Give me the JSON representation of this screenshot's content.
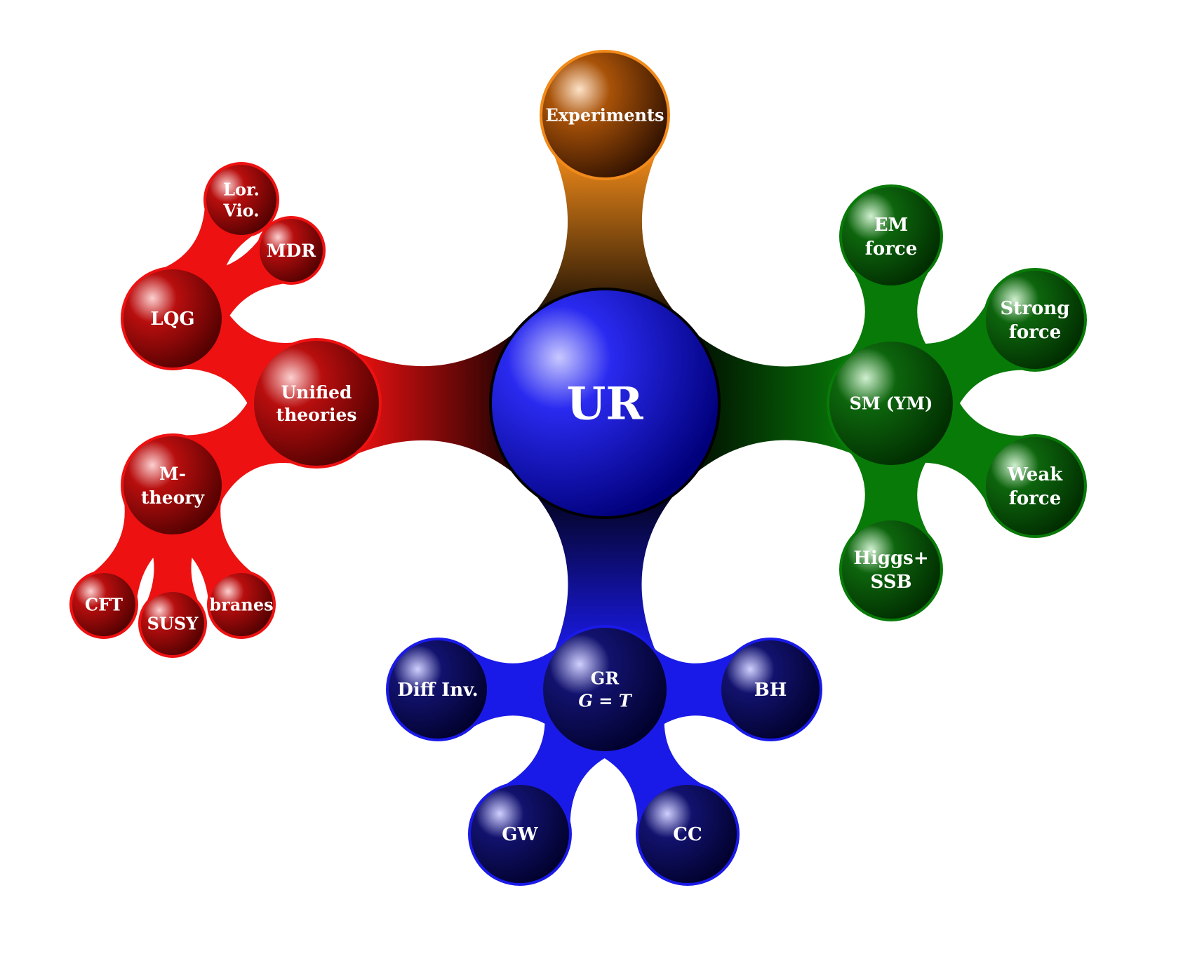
{
  "colors": {
    "center": "#1414e6",
    "experiments": "#f08a1a",
    "unified": "#ee1111",
    "sm": "#087a08",
    "gr": "#1a1ae8",
    "white": "#ffffff",
    "black": "#000000"
  },
  "nodes": {
    "ur": {
      "lines": [
        "UR"
      ]
    },
    "experiments": {
      "lines": [
        "Experiments"
      ]
    },
    "unified": {
      "lines": [
        "Unified",
        "theories"
      ]
    },
    "lqg": {
      "lines": [
        "LQG"
      ]
    },
    "lorvio": {
      "lines": [
        "Lor.",
        "Vio."
      ]
    },
    "mdr": {
      "lines": [
        "MDR"
      ]
    },
    "mtheory": {
      "lines": [
        "M-",
        "theory"
      ]
    },
    "cft": {
      "lines": [
        "CFT"
      ]
    },
    "susy": {
      "lines": [
        "SUSY"
      ]
    },
    "branes": {
      "lines": [
        "branes"
      ]
    },
    "sm": {
      "lines": [
        "SM (YM)"
      ]
    },
    "em": {
      "lines": [
        "EM",
        "force"
      ]
    },
    "strong": {
      "lines": [
        "Strong",
        "force"
      ]
    },
    "weak": {
      "lines": [
        "Weak",
        "force"
      ]
    },
    "higgs": {
      "lines": [
        "Higgs+",
        "SSB"
      ]
    },
    "gr": {
      "lines": [
        "GR",
        "G = T"
      ]
    },
    "diffinv": {
      "lines": [
        "Diff Inv."
      ]
    },
    "bh": {
      "lines": [
        "BH"
      ]
    },
    "gw": {
      "lines": [
        "GW"
      ]
    },
    "cc": {
      "lines": [
        "CC"
      ]
    }
  }
}
